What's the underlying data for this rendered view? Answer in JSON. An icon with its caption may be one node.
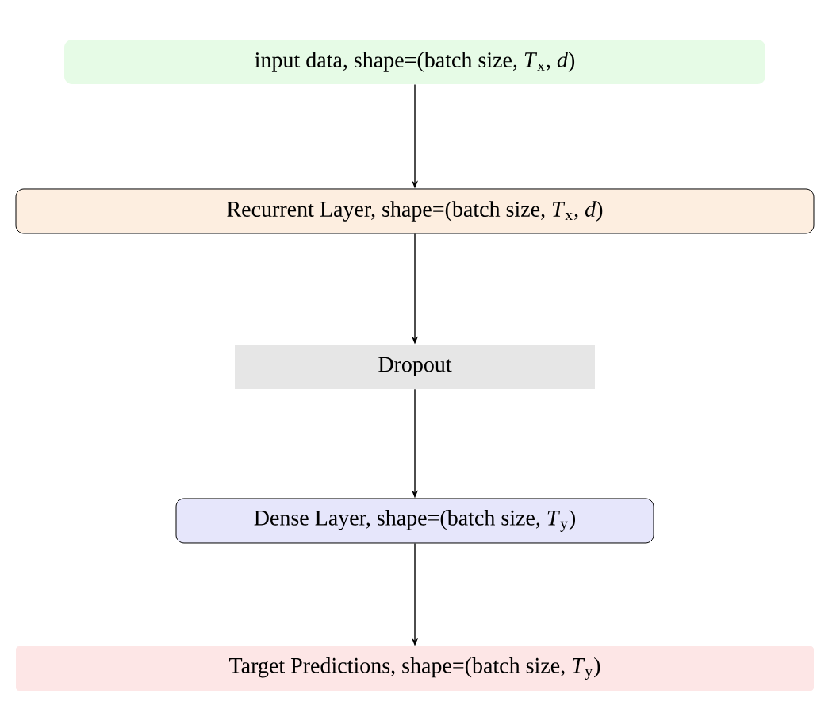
{
  "diagram": {
    "nodes": [
      {
        "text": [
          "input data, shape=(batch size, *T*$_{x}$, *d*)"
        ]
      },
      {
        "text": [
          "Recurrent Layer, shape=(batch size, *T*$_{x}$, *d*)"
        ]
      },
      {
        "text": [
          "Dropout"
        ]
      },
      {
        "text": [
          "Dense Layer, shape=(batch size, *T*$_{y}$)"
        ]
      },
      {
        "text": [
          "Target Predictions, shape=(batch size, *T*$_{y}$)"
        ]
      }
    ],
    "edges": [
      {
        "from": 0,
        "to": 1,
        "arrow": "to"
      },
      {
        "from": 1,
        "to": 2,
        "arrow": "to"
      },
      {
        "from": 2,
        "to": 3,
        "arrow": "to"
      },
      {
        "from": 3,
        "to": 4,
        "arrow": "to"
      }
    ]
  }
}
